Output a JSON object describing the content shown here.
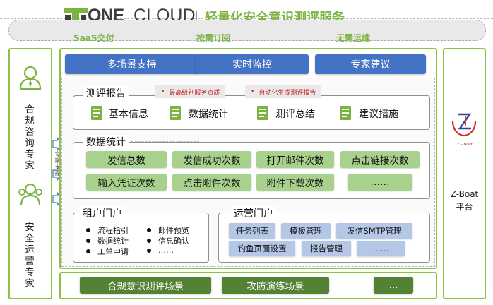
{
  "header": {
    "brand_one": "ONE",
    "brand_cloud": "CLOUD",
    "title": "轻量化安全意识测评服务"
  },
  "saas_band": {
    "items": [
      "SaaS交付",
      "按需订阅",
      "无需运维"
    ]
  },
  "left_panel": {
    "top_label": "合规咨询专家",
    "bottom_label": "安全运营专家",
    "middle_label": "专家支撑",
    "icons": [
      "compliance-expert-icon",
      "operations-expert-icon"
    ]
  },
  "right_panel": {
    "logo_text": "Z - Boat",
    "label_line1": "Z-Boat",
    "label_line2": "平台"
  },
  "top_features": [
    "多场景支持",
    "实时监控",
    "专家建议"
  ],
  "report": {
    "title": "测评报告",
    "tags": [
      "最高级别服务资质",
      "自动化生成测评报告"
    ],
    "items": [
      "基本信息",
      "数据统计",
      "测评总结",
      "建议措施"
    ]
  },
  "stats": {
    "title": "数据统计",
    "items": [
      "发信总数",
      "发信成功次数",
      "打开邮件次数",
      "点击链接次数",
      "输入凭证次数",
      "点击附件次数",
      "附件下载次数",
      "……"
    ]
  },
  "tenant_portal": {
    "title": "租户门户",
    "col1": [
      "流程指引",
      "数据统计",
      "工单申请"
    ],
    "col2": [
      "邮件预览",
      "信息确认",
      "……"
    ]
  },
  "ops_portal": {
    "title": "运营门户",
    "items": [
      "任务列表",
      "模板管理",
      "发信SMTP管理",
      "钓鱼页面设置",
      "报告管理",
      "……"
    ]
  },
  "scenes": [
    "合规意识测评场景",
    "攻防演练场景",
    "..."
  ],
  "colors": {
    "green": "#8bc34a",
    "title_green": "#7cb342",
    "blue": "#4472c4",
    "light_green": "#a9d18e",
    "dark_green": "#548235",
    "lavender": "#b4c7e7",
    "tag_red": "#c62828"
  }
}
